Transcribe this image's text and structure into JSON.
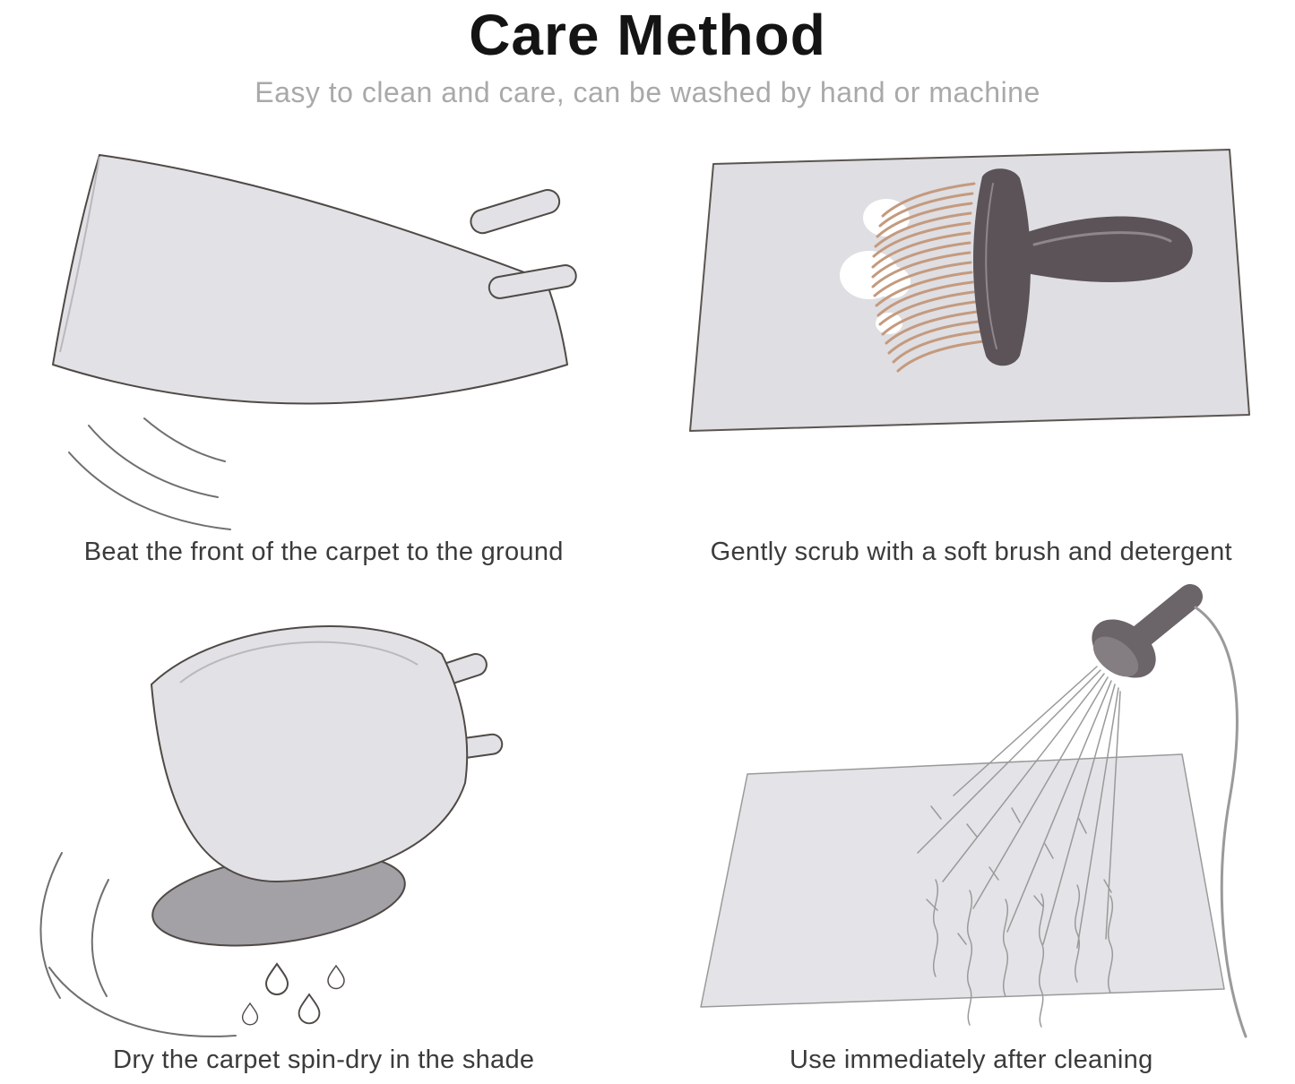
{
  "page": {
    "title": "Care Method",
    "subtitle": "Easy to clean and care, can be washed by hand or machine"
  },
  "steps": [
    {
      "icon": "carpet-beating-illustration",
      "caption": "Beat the front of the carpet to the ground"
    },
    {
      "icon": "brush-scrub-illustration",
      "caption": "Gently scrub with a soft brush and detergent"
    },
    {
      "icon": "spin-dry-illustration",
      "caption": "Dry the carpet spin-dry in the shade"
    },
    {
      "icon": "rinse-shower-illustration",
      "caption": "Use immediately after cleaning"
    }
  ],
  "colors": {
    "carpet_fill": "#e2e1e5",
    "carpet_outline": "#4f4a46",
    "roll_end_fill": "#a3a0a6",
    "brush_body": "#5c5358",
    "bristles": "#c49a7e",
    "foam": "#ffffff",
    "spray_lines": "#9a9a9a",
    "motion_lines": "#6f6f6f",
    "title_text": "#141414",
    "subtitle_text": "#a9a9a9",
    "caption_text": "#3b3b3b"
  }
}
